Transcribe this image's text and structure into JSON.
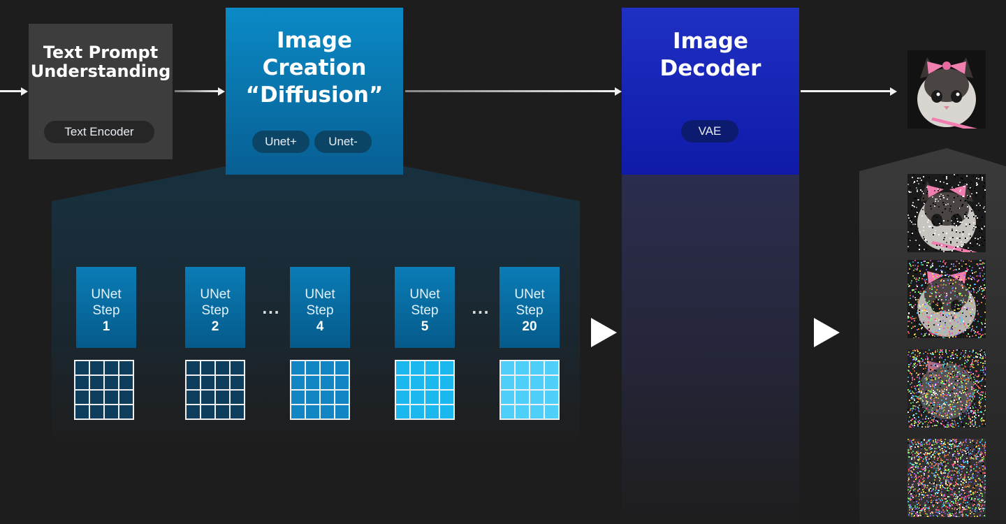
{
  "text_prompt_block": {
    "title_line1": "Text Prompt",
    "title_line2": "Understanding",
    "pill": "Text Encoder"
  },
  "diffusion_block": {
    "title_line1": "Image",
    "title_line2": "Creation",
    "title_line3": "“Diffusion”",
    "pill_plus": "Unet+",
    "pill_minus": "Unet-"
  },
  "decoder_block": {
    "title_line1": "Image",
    "title_line2": "Decoder",
    "pill": "VAE"
  },
  "unet_steps": [
    {
      "line1": "UNet",
      "line2": "Step",
      "num": "1",
      "grid_color": "#0e3e5c"
    },
    {
      "line1": "UNet",
      "line2": "Step",
      "num": "2",
      "grid_color": "#0e3e5c"
    },
    {
      "line1": "UNet",
      "line2": "Step",
      "num": "4",
      "grid_color": "#1286c4"
    },
    {
      "line1": "UNet",
      "line2": "Step",
      "num": "5",
      "grid_color": "#1ab8ef"
    },
    {
      "line1": "UNet",
      "line2": "Step",
      "num": "20",
      "grid_color": "#4fd0fb"
    }
  ],
  "ellipsis": "...",
  "colors": {
    "background": "#1d1d1d",
    "text_block": "#3d3d3d",
    "diffusion_block": "#0a6ea6",
    "decoder_block": "#1c2bb8",
    "step_box": "#0a7cb6"
  },
  "thumbnails": {
    "final": "kitten-with-pink-bow",
    "progression": [
      "kitten-slight-noise",
      "kitten-medium-noise",
      "kitten-heavy-noise",
      "pure-noise"
    ]
  }
}
